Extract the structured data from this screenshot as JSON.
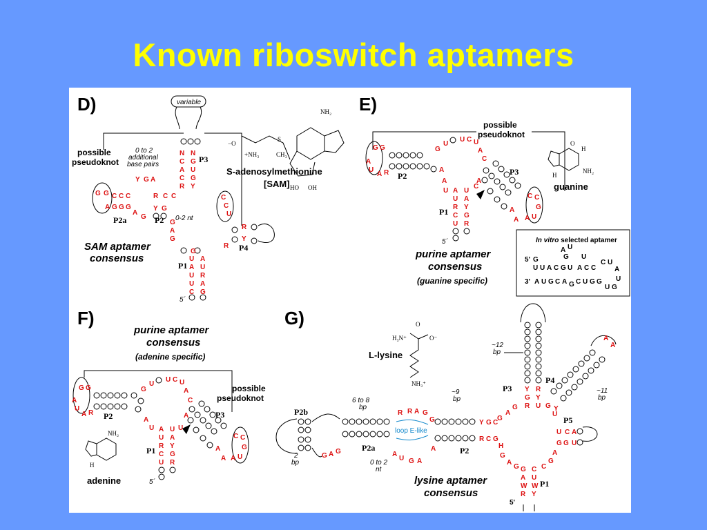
{
  "slide": {
    "title": "Known riboswitch aptamers"
  },
  "panels": {
    "D": {
      "letter": "D)",
      "caption_line1": "SAM aptamer",
      "caption_line2": "consensus",
      "ligand_name": "S-adenosylmethionine",
      "ligand_abbrev": "[SAM]",
      "variable_label": "variable",
      "pseudoknot_label_1": "possible",
      "pseudoknot_label_2": "pseudoknot",
      "note_1": "0 to 2",
      "note_2": "additional",
      "note_3": "base pairs",
      "nt_gap": "0-2 nt",
      "stems": {
        "p1": "P1",
        "p2": "P2",
        "p2a": "P2a",
        "p3": "P3",
        "p4": "P4"
      },
      "five_prime": "5´"
    },
    "E": {
      "letter": "E)",
      "caption_line1": "purine aptamer",
      "caption_line2": "consensus",
      "caption_line3": "(guanine specific)",
      "ligand_name": "guanine",
      "pseudoknot_label_1": "possible",
      "pseudoknot_label_2": "pseudoknot",
      "stems": {
        "p1": "P1",
        "p2": "P2",
        "p3": "P3"
      },
      "five_prime": "5´",
      "inset_title_italic": "In vitro",
      "inset_title_rest": " selected aptamer"
    },
    "F": {
      "letter": "F)",
      "caption_line1": "purine aptamer",
      "caption_line2": "consensus",
      "caption_line3": "(adenine specific)",
      "ligand_name": "adenine",
      "pseudoknot_label_1": "possible",
      "pseudoknot_label_2": "pseudoknot",
      "stems": {
        "p1": "P1",
        "p2": "P2",
        "p3": "P3"
      },
      "five_prime": "5´"
    },
    "G": {
      "letter": "G)",
      "caption_line1": "lysine aptamer",
      "caption_line2": "consensus",
      "ligand_name": "L-lysine",
      "loop_e": "loop E-like",
      "notes": {
        "n12a": "~12",
        "n12b": "bp",
        "n11a": "~11",
        "n11b": "bp",
        "n9a": "~9",
        "n9b": "bp",
        "n68a": "6 to 8",
        "n68b": "bp",
        "n2a": "2",
        "n2b": "bp",
        "n02a": "0 to 2",
        "n02b": "nt"
      },
      "stems": {
        "p1": "P1",
        "p2": "P2",
        "p2a": "P2a",
        "p2b": "P2b",
        "p3": "P3",
        "p4": "P4",
        "p5": "P5"
      },
      "five_prime": "5'"
    }
  },
  "colors": {
    "background": "#6699ff",
    "title": "#ffff00",
    "nucleotide_red": "#dd1111",
    "loop_e_blue": "#1188cc"
  }
}
